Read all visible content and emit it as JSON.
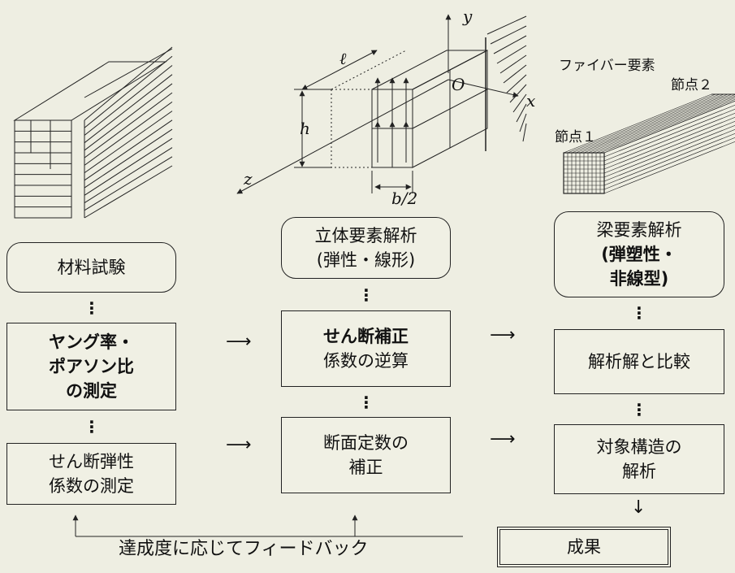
{
  "left_column": {
    "box1": {
      "lines": [
        "材料試験"
      ]
    },
    "box2": {
      "lines": [
        "ヤング率・",
        "ポアソン比",
        "の測定"
      ]
    },
    "box3": {
      "lines": [
        "せん断弾性",
        "係数の測定"
      ]
    }
  },
  "middle_column": {
    "box1": {
      "lines": [
        "立体要素解析",
        "(弾性・線形)"
      ]
    },
    "box2": {
      "lines": [
        "せん断補正",
        "係数の逆算"
      ]
    },
    "box3": {
      "lines": [
        "断面定数の",
        "補正"
      ]
    }
  },
  "right_column": {
    "box1": {
      "lines": [
        "梁要素解析",
        "(弾塑性・",
        "非線型)"
      ]
    },
    "box2": {
      "lines": [
        "解析解と比較"
      ]
    },
    "box3": {
      "lines": [
        "対象構造の",
        "解析"
      ]
    },
    "result": "成果"
  },
  "feedback_label": "達成度に応じてフィードバック",
  "model_labels": {
    "y_axis": "y",
    "x_axis": "x",
    "z_axis": "z",
    "origin": "O",
    "length": "ℓ",
    "height": "h",
    "half_width": "b/2"
  },
  "fiber_labels": {
    "title": "ファイバー要素",
    "node1": "節点１",
    "node2": "節点２"
  },
  "arrow_glyphs": {
    "right": "⟶",
    "down": "↓",
    "dots": "⋮"
  }
}
